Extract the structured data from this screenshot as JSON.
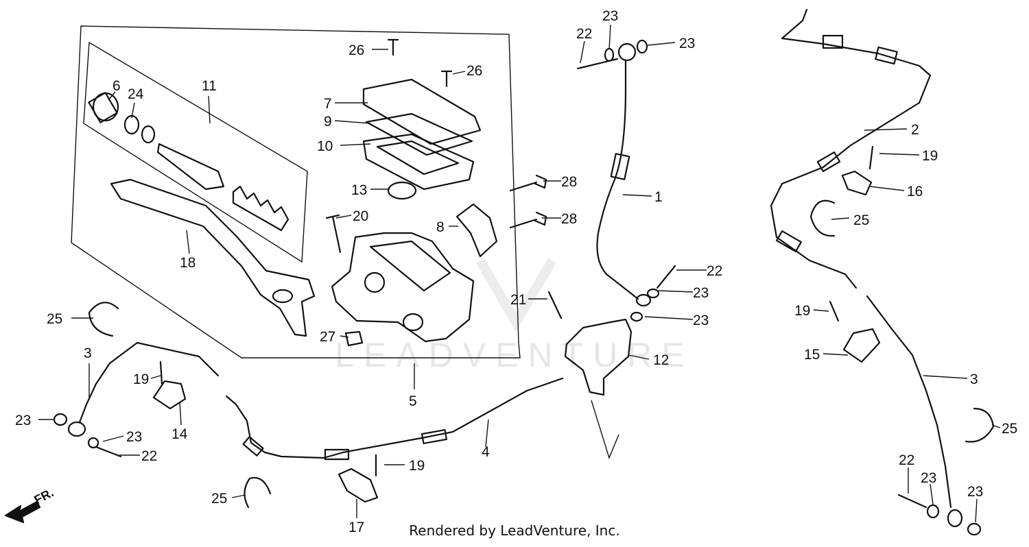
{
  "watermark": "LEADVENTURE",
  "footer": "Rendered by LeadVenture, Inc.",
  "direction_label": "FR.",
  "callouts": [
    {
      "id": "c26a",
      "label": "26"
    },
    {
      "id": "c26b",
      "label": "26"
    },
    {
      "id": "c11",
      "label": "11"
    },
    {
      "id": "c6",
      "label": "6"
    },
    {
      "id": "c24",
      "label": "24"
    },
    {
      "id": "c7",
      "label": "7"
    },
    {
      "id": "c9",
      "label": "9"
    },
    {
      "id": "c10",
      "label": "10"
    },
    {
      "id": "c13",
      "label": "13"
    },
    {
      "id": "c20",
      "label": "20"
    },
    {
      "id": "c8",
      "label": "8"
    },
    {
      "id": "c18",
      "label": "18"
    },
    {
      "id": "c27",
      "label": "27"
    },
    {
      "id": "c5",
      "label": "5"
    },
    {
      "id": "c28a",
      "label": "28"
    },
    {
      "id": "c28b",
      "label": "28"
    },
    {
      "id": "c22a",
      "label": "22"
    },
    {
      "id": "c23a",
      "label": "23"
    },
    {
      "id": "c23b",
      "label": "23"
    },
    {
      "id": "c1",
      "label": "1"
    },
    {
      "id": "c22b",
      "label": "22"
    },
    {
      "id": "c23c",
      "label": "23"
    },
    {
      "id": "c23d",
      "label": "23"
    },
    {
      "id": "c21",
      "label": "21"
    },
    {
      "id": "c12",
      "label": "12"
    },
    {
      "id": "c2",
      "label": "2"
    },
    {
      "id": "c19a",
      "label": "19"
    },
    {
      "id": "c16",
      "label": "16"
    },
    {
      "id": "c25a",
      "label": "25"
    },
    {
      "id": "c19b",
      "label": "19"
    },
    {
      "id": "c15",
      "label": "15"
    },
    {
      "id": "c3a",
      "label": "3"
    },
    {
      "id": "c25b",
      "label": "25"
    },
    {
      "id": "c22c",
      "label": "22"
    },
    {
      "id": "c23e",
      "label": "23"
    },
    {
      "id": "c23f",
      "label": "23"
    },
    {
      "id": "c25c",
      "label": "25"
    },
    {
      "id": "c3b",
      "label": "3"
    },
    {
      "id": "c19c",
      "label": "19"
    },
    {
      "id": "c14",
      "label": "14"
    },
    {
      "id": "c23g",
      "label": "23"
    },
    {
      "id": "c23h",
      "label": "23"
    },
    {
      "id": "c22d",
      "label": "22"
    },
    {
      "id": "c4",
      "label": "4"
    },
    {
      "id": "c19d",
      "label": "19"
    },
    {
      "id": "c25d",
      "label": "25"
    },
    {
      "id": "c17",
      "label": "17"
    }
  ]
}
